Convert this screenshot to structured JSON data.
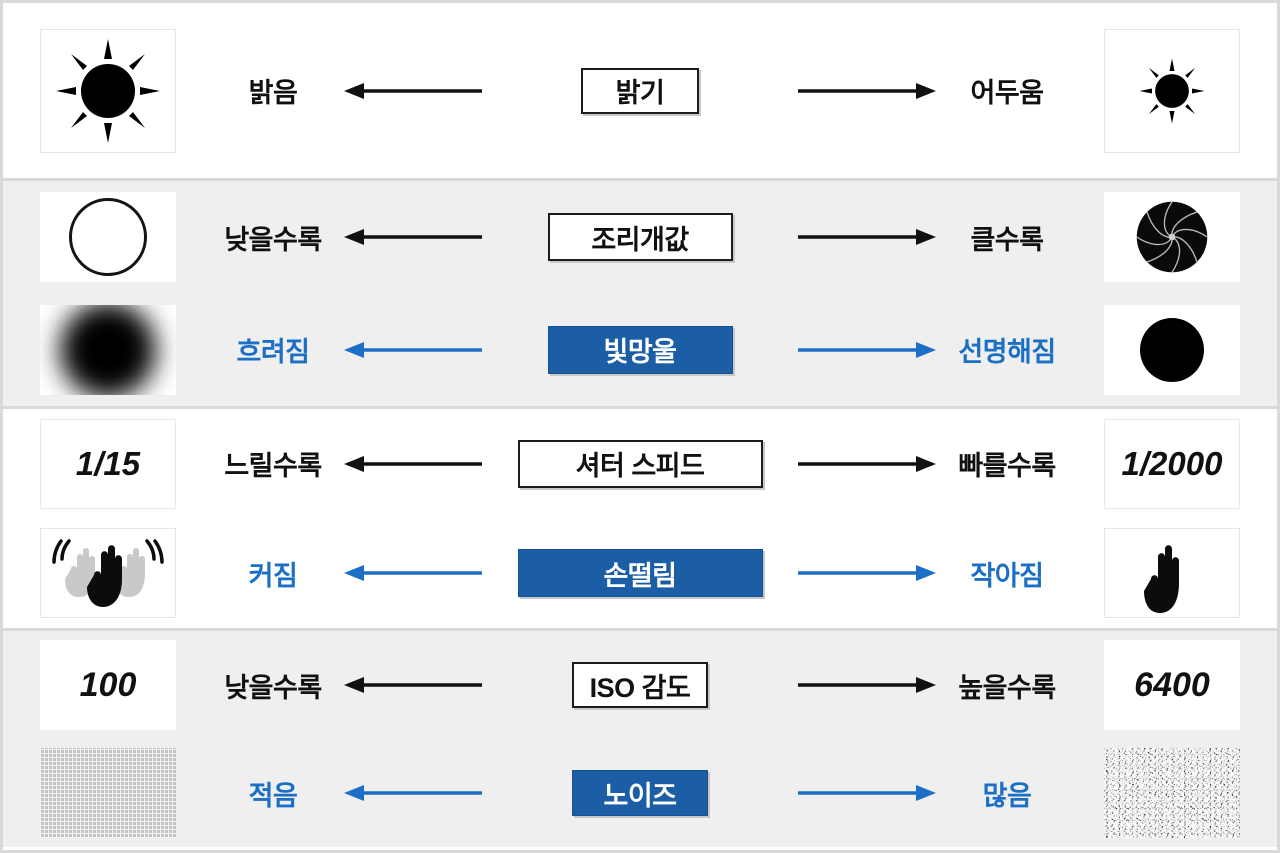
{
  "meta": {
    "title": "카메라 노출 3요소 다이어그램",
    "accent_blue": "#1b5ea5",
    "label_blue": "#1b6fc4",
    "band_grey": "#efefef"
  },
  "rows": [
    {
      "id": "brightness",
      "band": "white",
      "primary": {
        "left_thumb": "sun-large-icon",
        "left_label": "밝음",
        "center_label": "밝기",
        "right_label": "어두움",
        "right_thumb": "sun-small-icon",
        "arrow_color": "#111111",
        "chip_style": "outline"
      },
      "secondary": null
    },
    {
      "id": "aperture",
      "band": "grey",
      "primary": {
        "left_thumb": "aperture-open-circle-icon",
        "left_label": "낮을수록",
        "center_label": "조리개값",
        "right_label": "클수록",
        "right_thumb": "aperture-iris-blades-icon",
        "arrow_color": "#111111",
        "chip_style": "outline"
      },
      "secondary": {
        "left_thumb": "bokeh-blurred-blob-icon",
        "left_label": "흐려짐",
        "center_label": "빛망울",
        "right_label": "선명해짐",
        "right_thumb": "sharp-solid-circle-icon",
        "arrow_color": "#1b6fc4",
        "chip_style": "filled"
      }
    },
    {
      "id": "shutter-speed",
      "band": "white",
      "primary": {
        "left_thumb": "shutter-value-slow",
        "left_thumb_text": "1/15",
        "left_label": "느릴수록",
        "center_label": "셔터 스피드",
        "right_label": "빠를수록",
        "right_thumb": "shutter-value-fast",
        "right_thumb_text": "1/2000",
        "arrow_color": "#111111",
        "chip_style": "outline"
      },
      "secondary": {
        "left_thumb": "hand-shake-blur-icon",
        "left_label": "커짐",
        "center_label": "손떨림",
        "right_label": "작아짐",
        "right_thumb": "hand-steady-icon",
        "arrow_color": "#1b6fc4",
        "chip_style": "filled"
      }
    },
    {
      "id": "iso",
      "band": "grey",
      "primary": {
        "left_thumb": "iso-value-low",
        "left_thumb_text": "100",
        "left_label": "낮을수록",
        "center_label": "ISO 감도",
        "right_label": "높을수록",
        "right_thumb": "iso-value-high",
        "right_thumb_text": "6400",
        "arrow_color": "#111111",
        "chip_style": "outline"
      },
      "secondary": {
        "left_thumb": "noise-fine-texture-icon",
        "left_label": "적음",
        "center_label": "노이즈",
        "right_label": "많음",
        "right_thumb": "noise-coarse-texture-icon",
        "arrow_color": "#1b6fc4",
        "chip_style": "filled"
      }
    }
  ]
}
